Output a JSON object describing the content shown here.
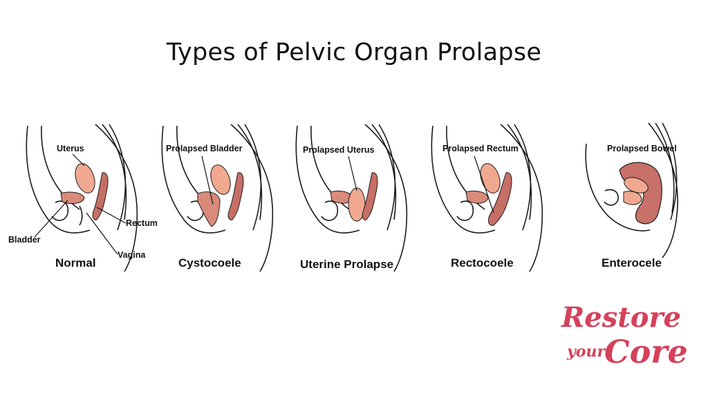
{
  "title": "Types of Pelvic Organ Prolapse",
  "colors": {
    "outline": "#1a1a1a",
    "uterus": "#f0a990",
    "bladder": "#d98a7a",
    "rectum": "#c56f66",
    "bowel": "#c8706a",
    "brand": "#d6405a"
  },
  "panels": [
    {
      "caption": "Normal",
      "label": "Uterus",
      "extra_labels": [
        "Bladder",
        "Rectum",
        "Vagina"
      ]
    },
    {
      "caption": "Cystocoele",
      "label": "Prolapsed Bladder"
    },
    {
      "caption": "Uterine Prolapse",
      "label": "Prolapsed Uterus"
    },
    {
      "caption": "Rectocoele",
      "label": "Prolapsed Rectum"
    },
    {
      "caption": "Enterocele",
      "label": "Prolapsed Bowel"
    }
  ],
  "logo": {
    "line1": "Restore",
    "line2": "your",
    "line3": "Core"
  }
}
